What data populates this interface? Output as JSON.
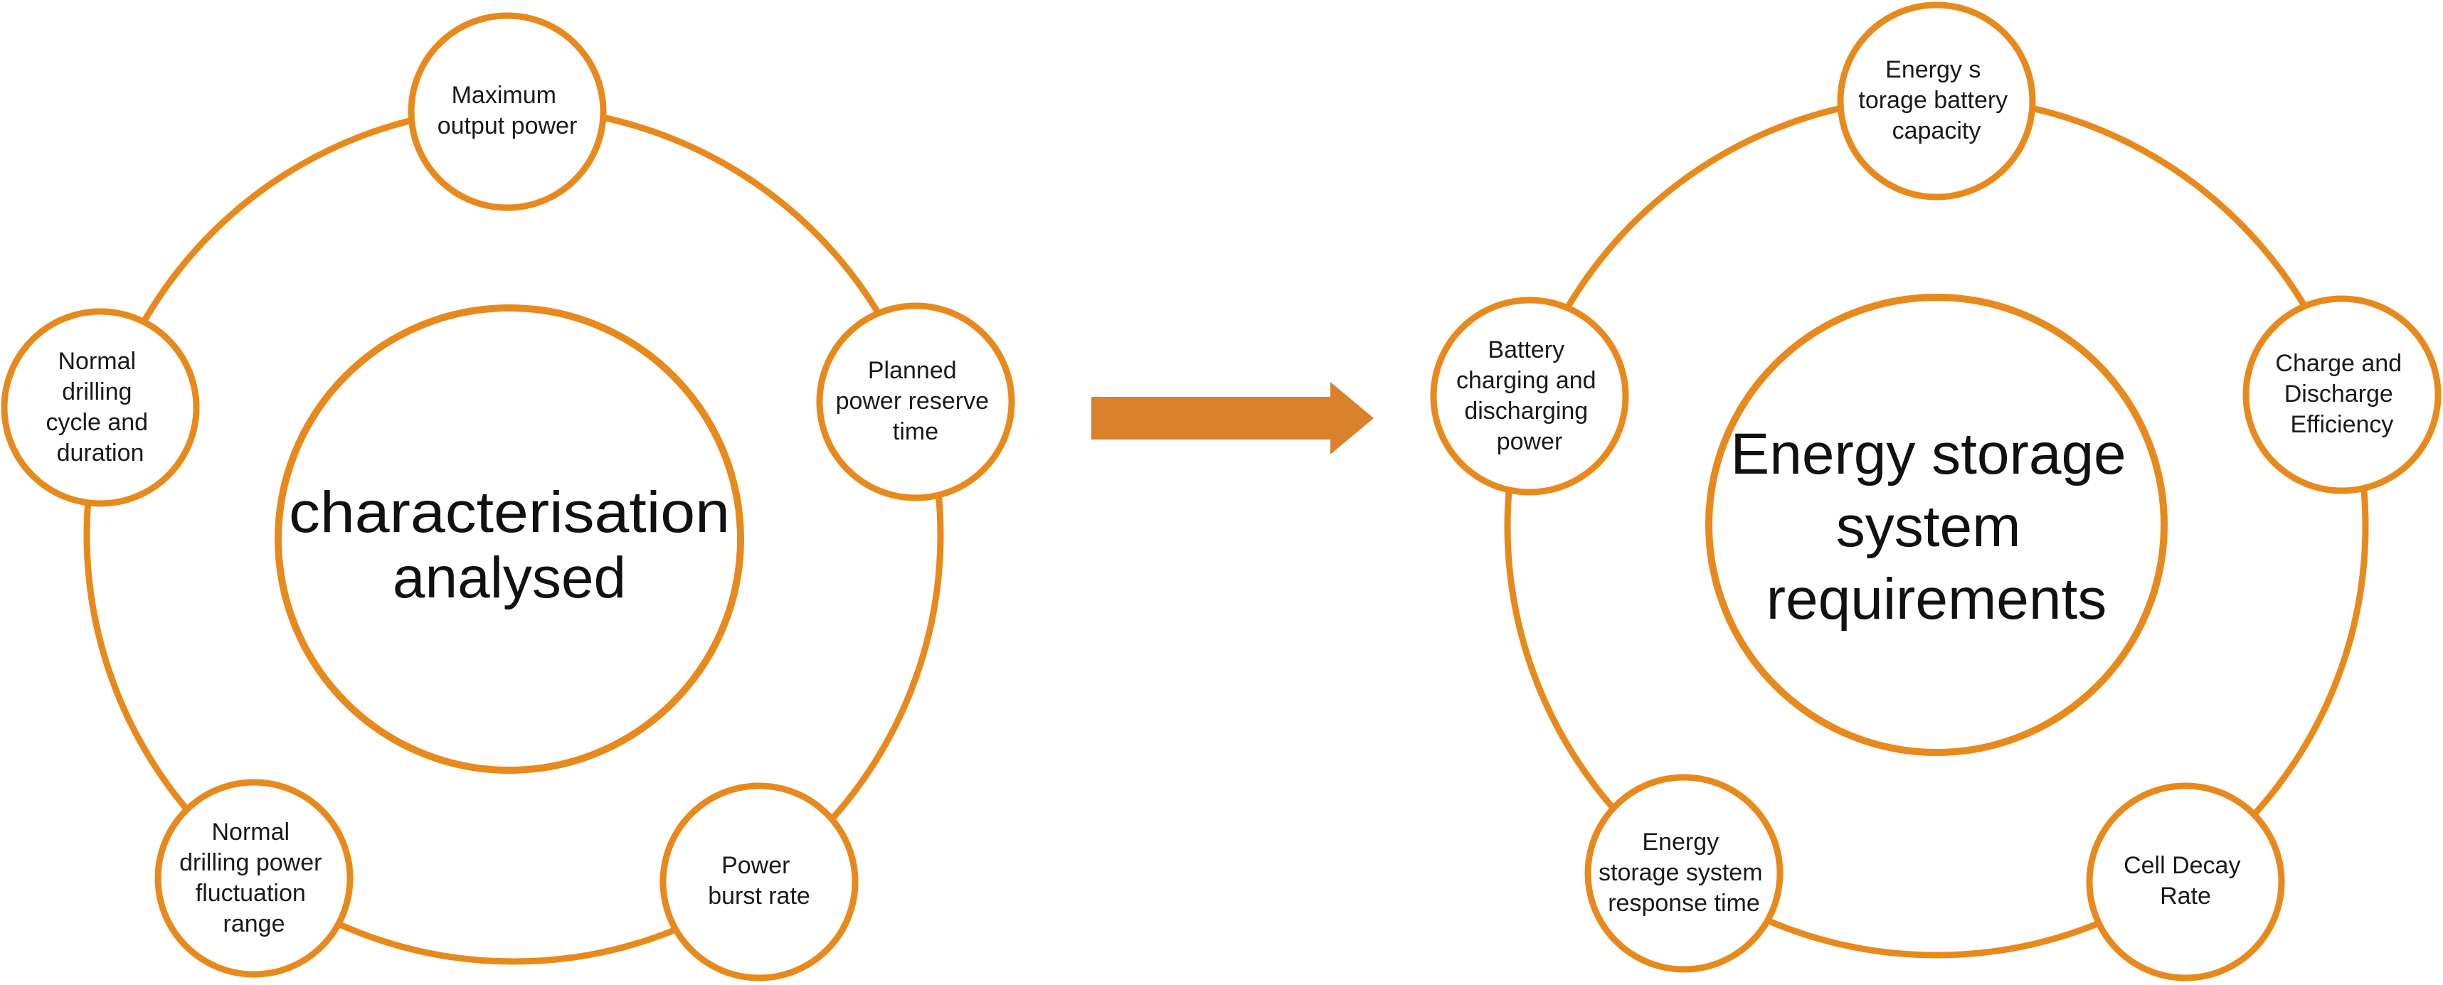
{
  "left_diagram": {
    "center_lines": [
      "characterisation",
      "analysed"
    ],
    "nodes": [
      {
        "lines": [
          "Maximum",
          "output power"
        ]
      },
      {
        "lines": [
          "Planned",
          "power reserve",
          "time"
        ]
      },
      {
        "lines": [
          "Power",
          "burst rate"
        ]
      },
      {
        "lines": [
          "Normal",
          "drilling power",
          "fluctuation",
          "range"
        ]
      },
      {
        "lines": [
          "Normal",
          "drilling",
          "cycle and",
          "duration"
        ]
      }
    ]
  },
  "right_diagram": {
    "center_lines": [
      "Energy storage",
      "system",
      "requirements"
    ],
    "nodes": [
      {
        "lines": [
          "Energy s",
          "torage battery",
          "capacity"
        ]
      },
      {
        "lines": [
          "Charge and",
          "Discharge",
          "Efficiency"
        ]
      },
      {
        "lines": [
          "Cell Decay",
          "Rate"
        ]
      },
      {
        "lines": [
          "Energy",
          "storage system",
          "response time"
        ]
      },
      {
        "lines": [
          "Battery",
          "charging and",
          "discharging",
          "power"
        ]
      }
    ]
  },
  "colors": {
    "accent": "#e8891c",
    "arrow": "#d9822b",
    "text": "#1a1a1a"
  }
}
